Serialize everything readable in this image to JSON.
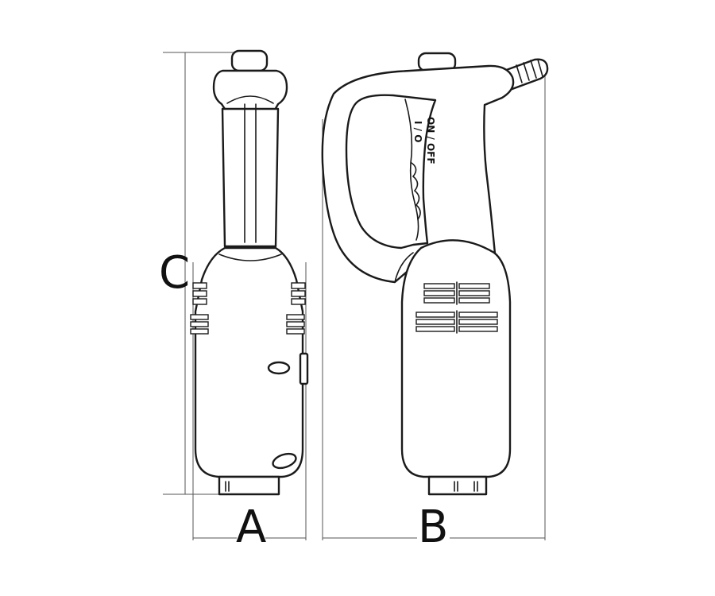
{
  "dimensions": {
    "width_front": "A",
    "width_side": "B",
    "height": "C"
  },
  "switch": {
    "line1": "ON / OFF",
    "line2": "I / O"
  },
  "colors": {
    "stroke": "#1a1a1a",
    "dimension_line": "#555555",
    "background": "#ffffff"
  }
}
